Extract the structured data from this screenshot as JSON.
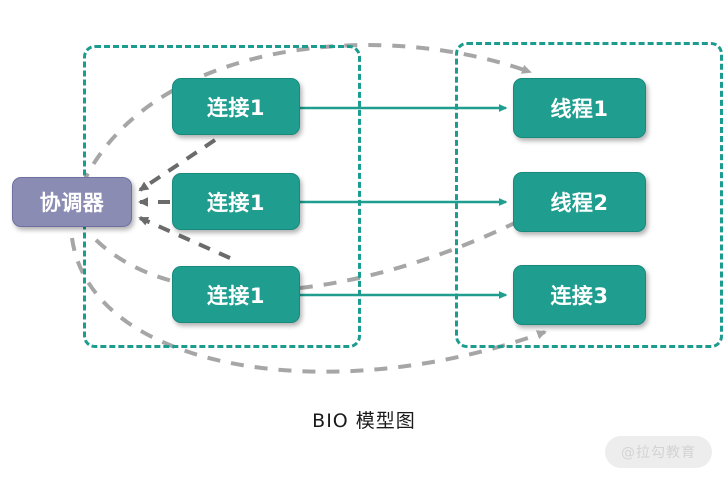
{
  "diagram": {
    "caption": "BIO 模型图",
    "watermark": "@拉勾教育",
    "colors": {
      "node_green": "#1f9e90",
      "node_purple": "#8b8cb4",
      "group_border": "#1c9c8e",
      "solid_arrow": "#1f9e90",
      "dashed_arrow": "#a6a6a6",
      "dark_dashed_arrow": "#6b6b6b",
      "background": "#ffffff"
    },
    "coordinator": {
      "label": "协调器"
    },
    "left_group": {
      "nodes": [
        {
          "label": "连接1"
        },
        {
          "label": "连接1"
        },
        {
          "label": "连接1"
        }
      ]
    },
    "right_group": {
      "nodes": [
        {
          "label": "线程1"
        },
        {
          "label": "线程2"
        },
        {
          "label": "连接3"
        }
      ]
    },
    "connections": {
      "solid": [
        {
          "from": "连接1",
          "to": "线程1"
        },
        {
          "from": "连接1",
          "to": "线程2"
        },
        {
          "from": "连接1",
          "to": "连接3"
        }
      ],
      "dashed_into_coordinator": 3,
      "dashed_from_coordinator": 3
    }
  }
}
